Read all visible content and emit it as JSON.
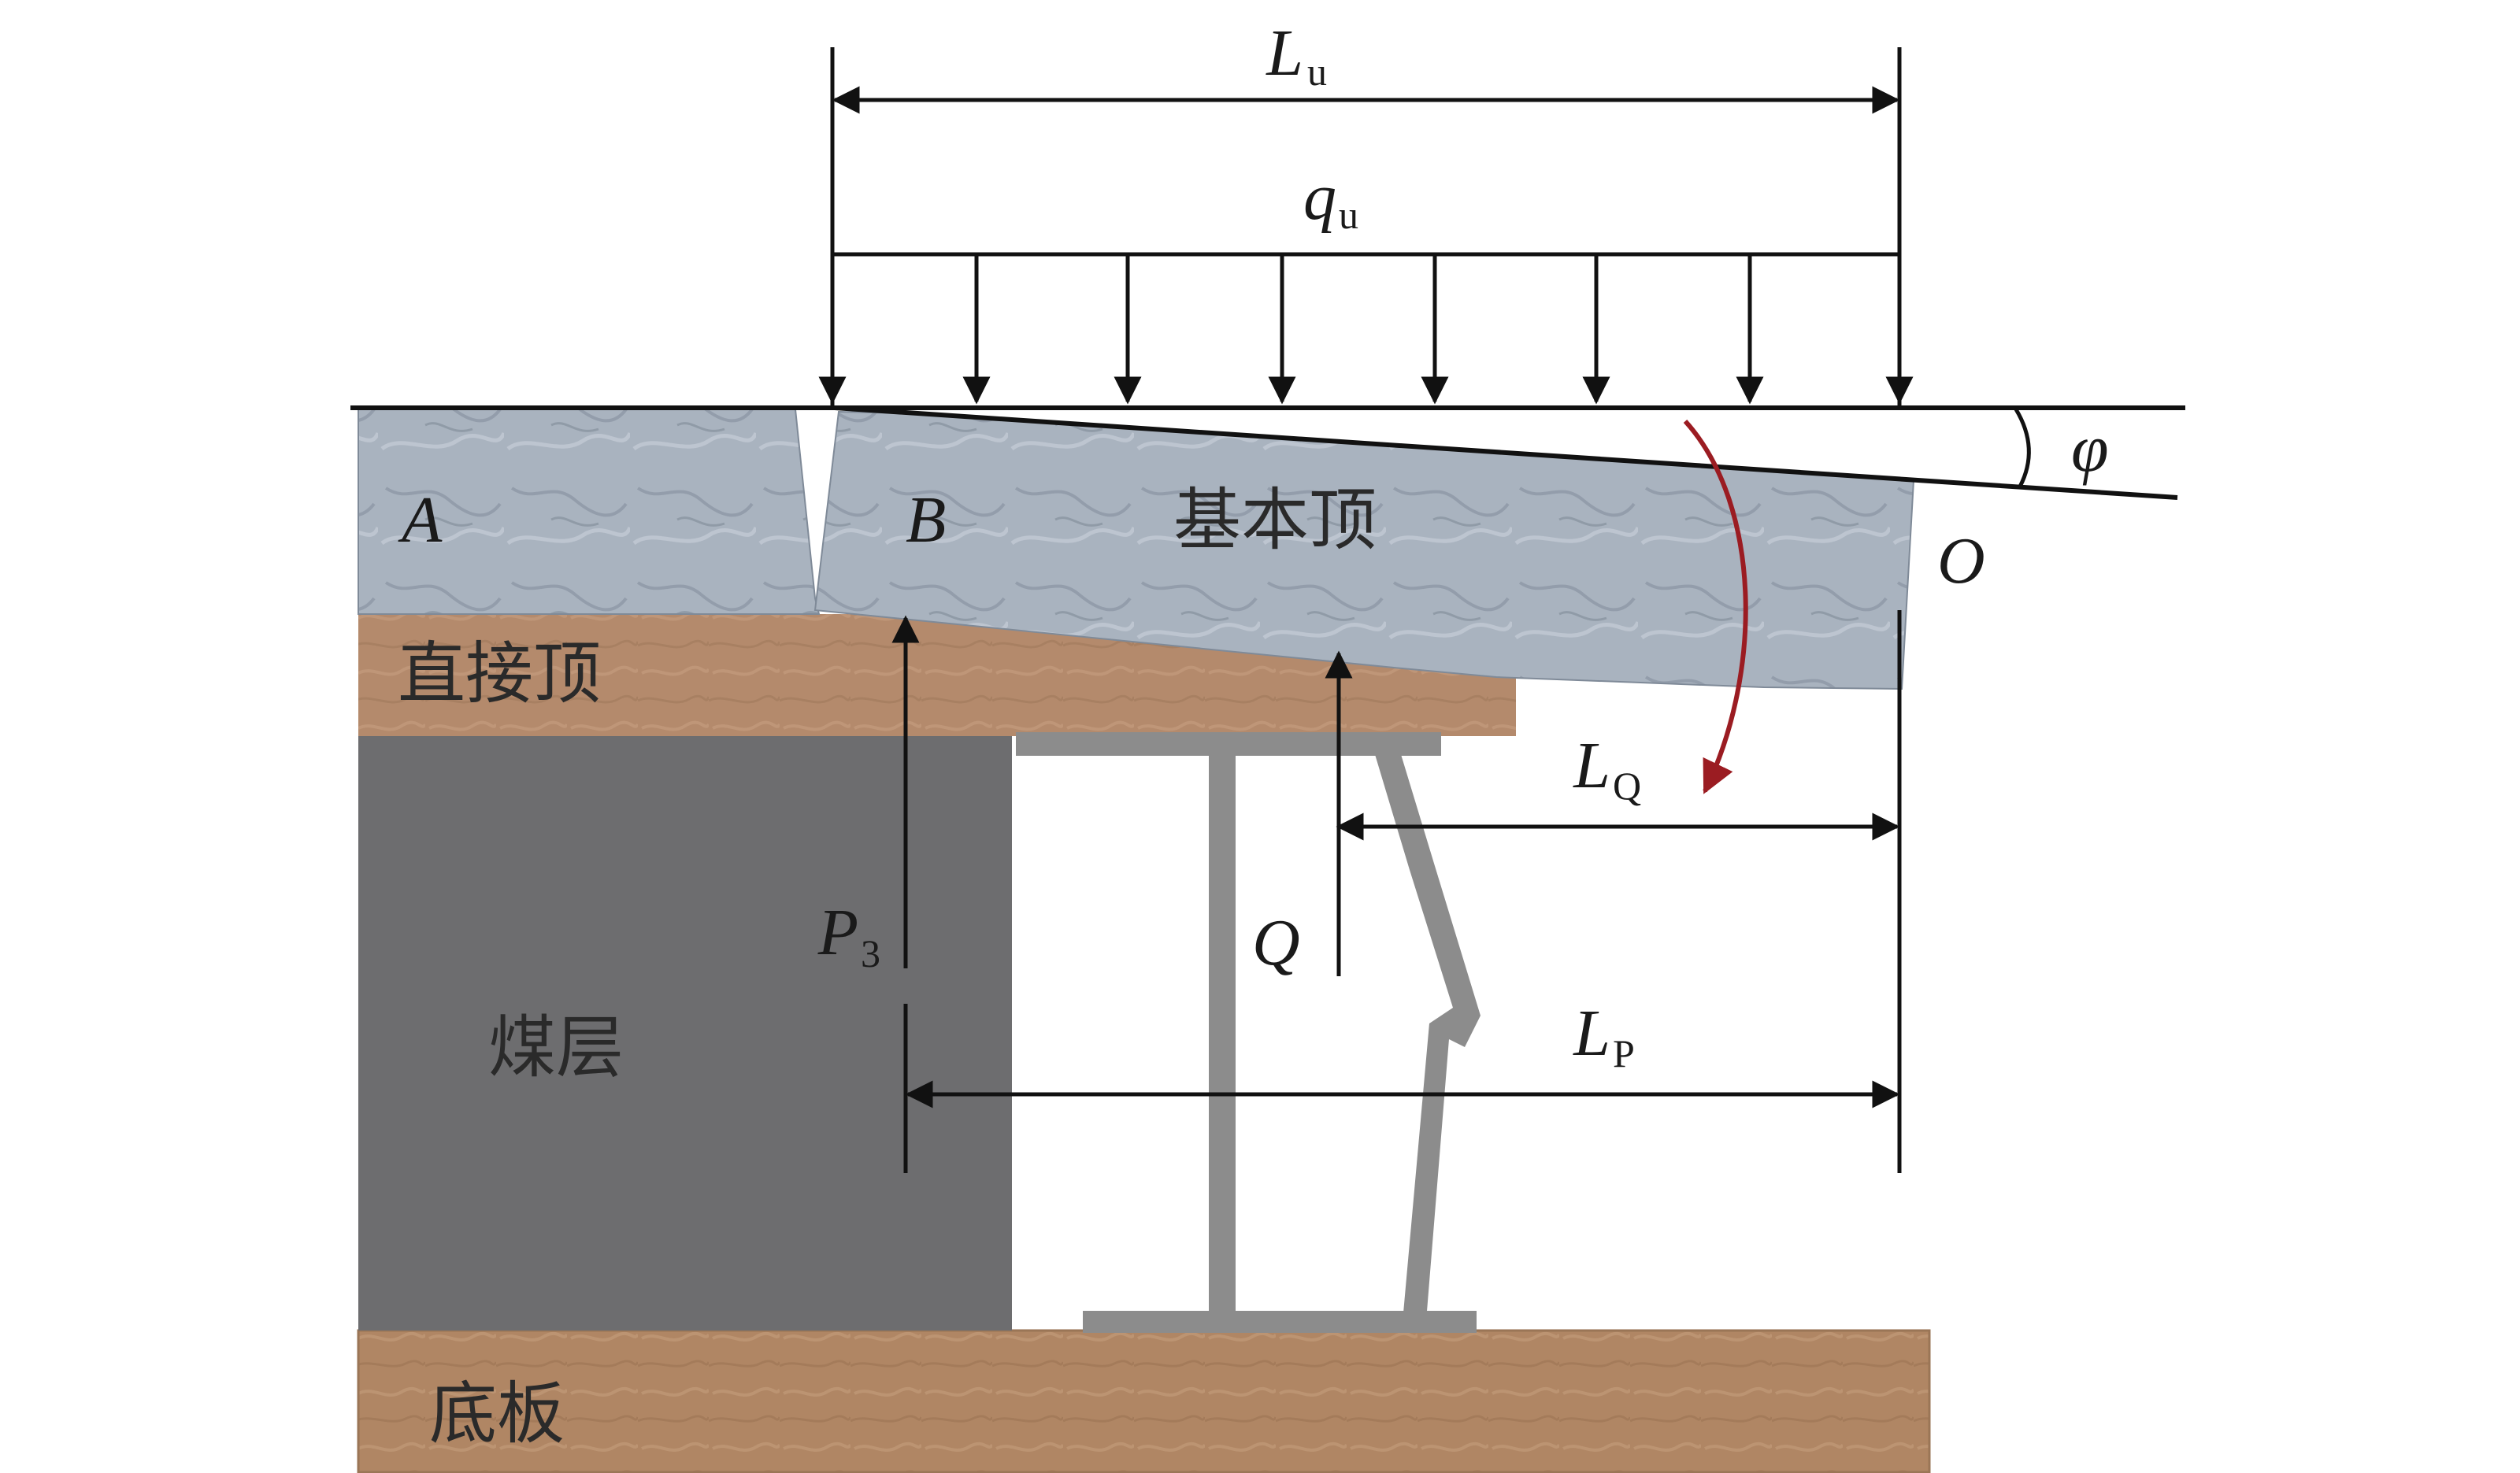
{
  "labels": {
    "Lu_main": "L",
    "Lu_sub": "u",
    "qu_main": "q",
    "qu_sub": "u",
    "phi": "φ",
    "A": "A",
    "B": "B",
    "O": "O",
    "basic_roof": "基本顶",
    "immediate_roof": "直接顶",
    "coal_seam": "煤层",
    "floor": "底板",
    "LQ_main": "L",
    "LQ_sub": "Q",
    "Q": "Q",
    "P3_main": "P",
    "P3_sub": "3",
    "LP_main": "L",
    "LP_sub": "P"
  },
  "colors": {
    "basic_roof_rock": "#a9b3bf",
    "basic_roof_veins": "#8a95a3",
    "immediate_roof_rock": "#b48a6c",
    "coal_seam": "#6d6d6f",
    "floor_rock": "#b08664",
    "support_steel": "#8c8c8c",
    "line": "#111111",
    "rotation_arrow": "#9b1c22"
  }
}
